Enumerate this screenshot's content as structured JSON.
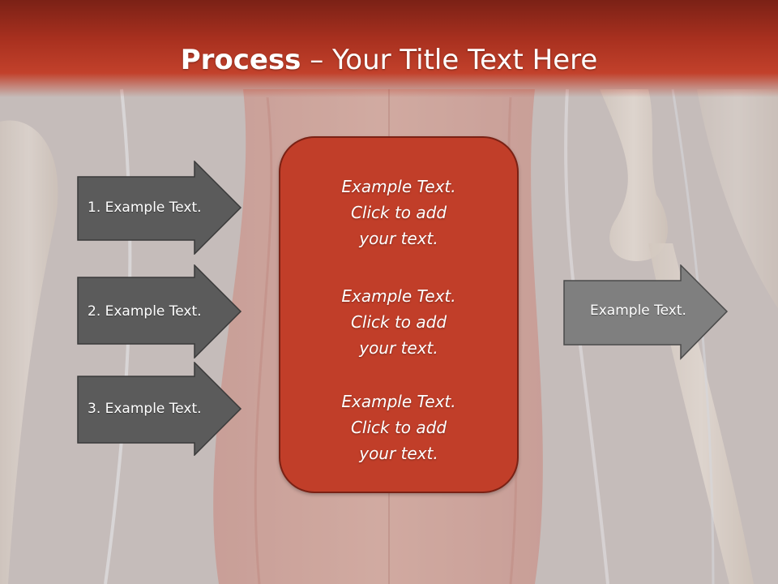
{
  "slide": {
    "title_bold": "Process",
    "title_rest": " – Your Title Text Here"
  },
  "left_steps": [
    {
      "label": "1. Example Text."
    },
    {
      "label": "2. Example Text."
    },
    {
      "label": "3. Example Text."
    }
  ],
  "center_box": {
    "paragraphs": [
      {
        "text": "Example Text.\nClick  to add\nyour text."
      },
      {
        "text": "Example Text.\nClick  to add\nyour text."
      },
      {
        "text": "Example Text.\nClick  to add\nyour text."
      }
    ]
  },
  "right_arrow": {
    "label": "Example Text."
  },
  "colors": {
    "header_dark": "#7b2116",
    "header_red": "#c2412b",
    "left_arrow_fill": "#5b5b5b",
    "right_arrow_fill": "#7f7f7f",
    "center_box_fill": "#c13e29"
  }
}
